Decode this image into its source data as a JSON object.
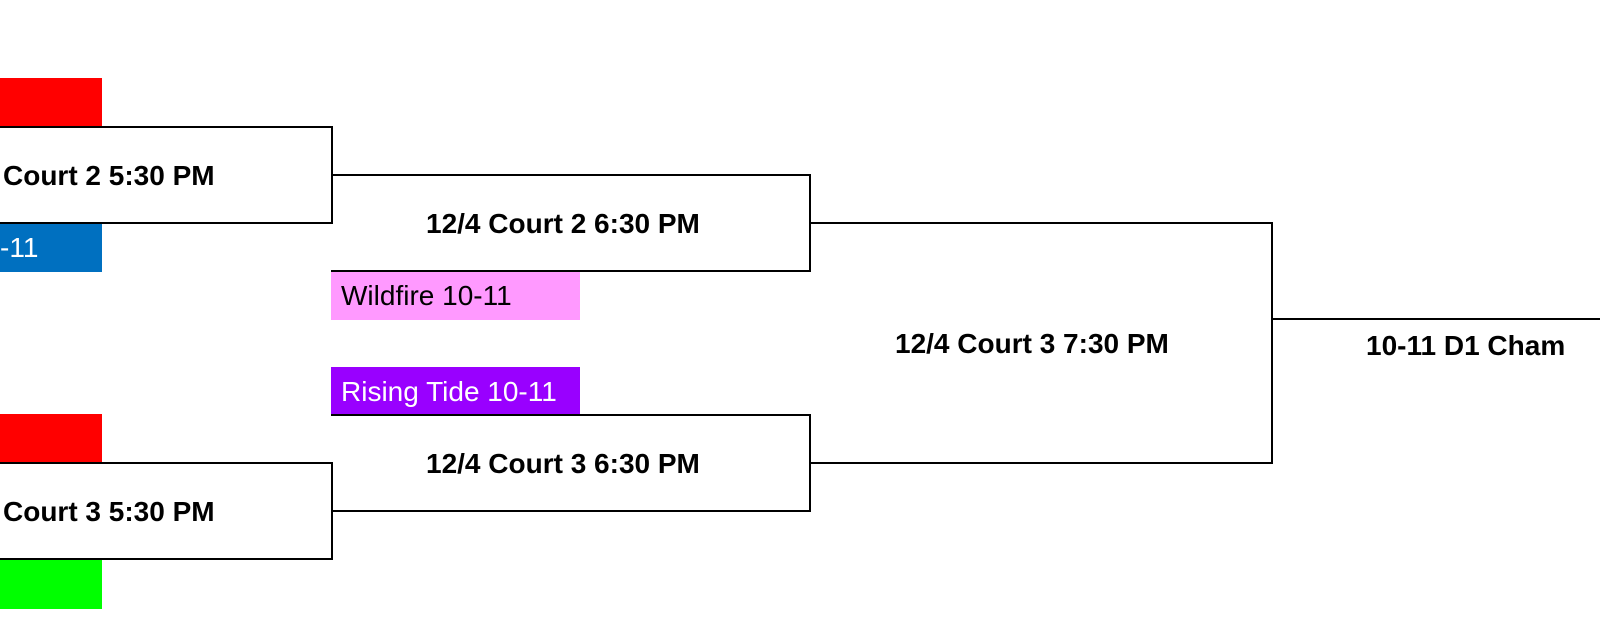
{
  "games": {
    "g1": "Court 2 5:30 PM",
    "g2": "Court 3 5:30 PM",
    "g3": "12/4 Court 2 6:30 PM",
    "g4": "12/4 Court 3 6:30 PM",
    "g5": "12/4 Court 3 7:30 PM",
    "final": "10-11 D1 Cham"
  },
  "teams": {
    "t1_red_top": {
      "label": "",
      "color": "#ff0000"
    },
    "t2_blue": {
      "label": "-11",
      "color": "#0070c0"
    },
    "t3_wildfire": {
      "label": "Wildfire 10-11",
      "color": "#ff99ff"
    },
    "t4_rising_tide": {
      "label": "Rising Tide 10-11",
      "color": "#9900ff"
    },
    "t5_red_bottom": {
      "label": "",
      "color": "#ff0000"
    },
    "t6_green": {
      "label": "",
      "color": "#00ff00"
    }
  }
}
